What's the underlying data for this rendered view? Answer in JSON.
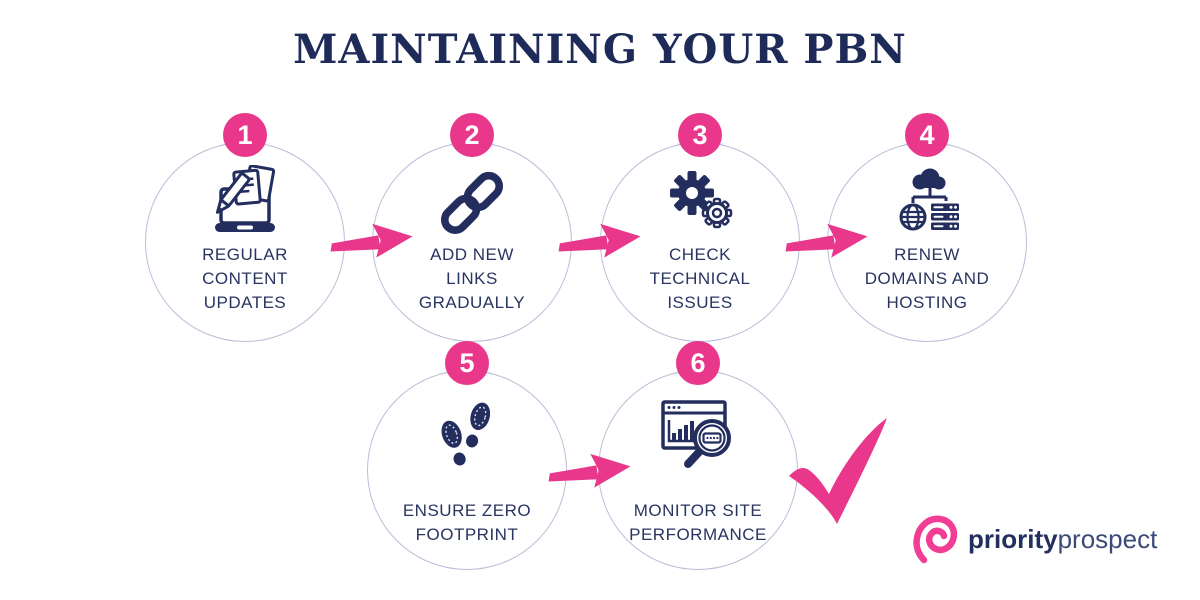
{
  "title": "MAINTAINING YOUR PBN",
  "colors": {
    "accent_pink": "#e9378b",
    "icon_navy": "#232e5e",
    "label_navy": "#293461",
    "circle_border": "#b9bed8",
    "logo_pink": "#f23d94",
    "logo_bold_navy": "#232f5e",
    "logo_light_navy": "#3c4a78"
  },
  "steps": [
    {
      "number": "1",
      "icon": "laptop-content-icon",
      "lines": [
        "REGULAR",
        "CONTENT",
        "UPDATES"
      ]
    },
    {
      "number": "2",
      "icon": "chain-link-icon",
      "lines": [
        "ADD NEW",
        "LINKS",
        "GRADUALLY"
      ]
    },
    {
      "number": "3",
      "icon": "gears-icon",
      "lines": [
        "CHECK",
        "TECHNICAL",
        "ISSUES"
      ]
    },
    {
      "number": "4",
      "icon": "domain-hosting-icon",
      "lines": [
        "RENEW",
        "DOMAINS AND",
        "HOSTING"
      ]
    },
    {
      "number": "5",
      "icon": "footprints-icon",
      "lines": [
        "ENSURE ZERO",
        "FOOTPRINT"
      ]
    },
    {
      "number": "6",
      "icon": "site-monitor-icon",
      "lines": [
        "MONITOR SITE",
        "PERFORMANCE"
      ]
    }
  ],
  "decorations": {
    "arrow_count": 4,
    "checkmark": "success-checkmark"
  },
  "logo": {
    "bold": "priority",
    "light": "prospect"
  }
}
